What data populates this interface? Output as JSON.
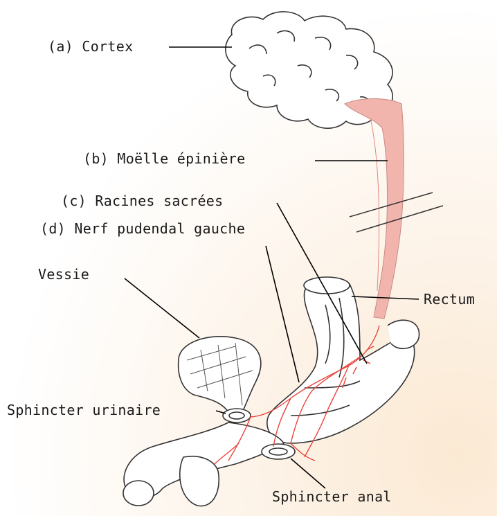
{
  "labels": {
    "cortex": "(a) Cortex",
    "moelle": "(b) Moëlle épinière",
    "racines": "(c) Racines sacrées",
    "nerf": "(d) Nerf pudendal gauche",
    "vessie": "Vessie",
    "rectum": "Rectum",
    "sphincter_urinaire": "Sphincter urinaire",
    "sphincter_anal": "Sphincter anal"
  },
  "colors": {
    "spinal_cord": "#f2b5ad",
    "nerve": "#e8453c",
    "outline": "#333333",
    "leader": "#000000"
  }
}
